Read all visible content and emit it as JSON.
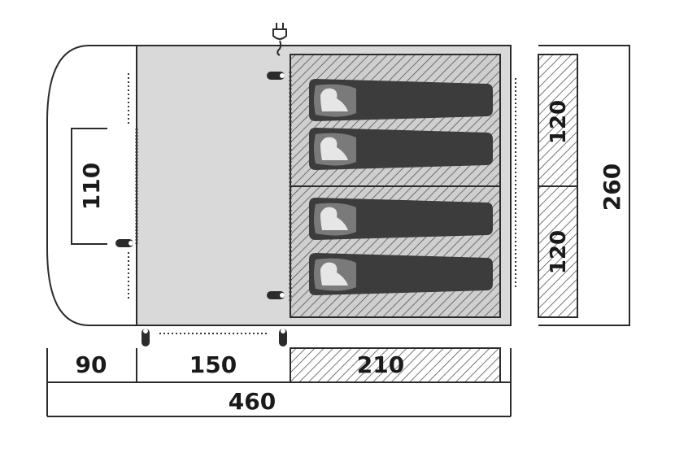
{
  "floor_plan": {
    "dimensions": {
      "vestibule_depth": "110",
      "length_front": "90",
      "length_living": "150",
      "length_bedroom": "210",
      "length_total": "460",
      "width_bedroom_1": "120",
      "width_bedroom_2": "120",
      "width_total": "260"
    },
    "berths": 4,
    "icons": [
      "electric-hookup-icon",
      "sleeping-bag-icon",
      "door-zip-icon"
    ],
    "colors": {
      "outline": "#2b2b2b",
      "living_area": "#d9d9d9",
      "bedroom_fill": "#bfbfbf",
      "sleeping_bag": "#3c3c3c",
      "hatch": "#555555"
    }
  }
}
